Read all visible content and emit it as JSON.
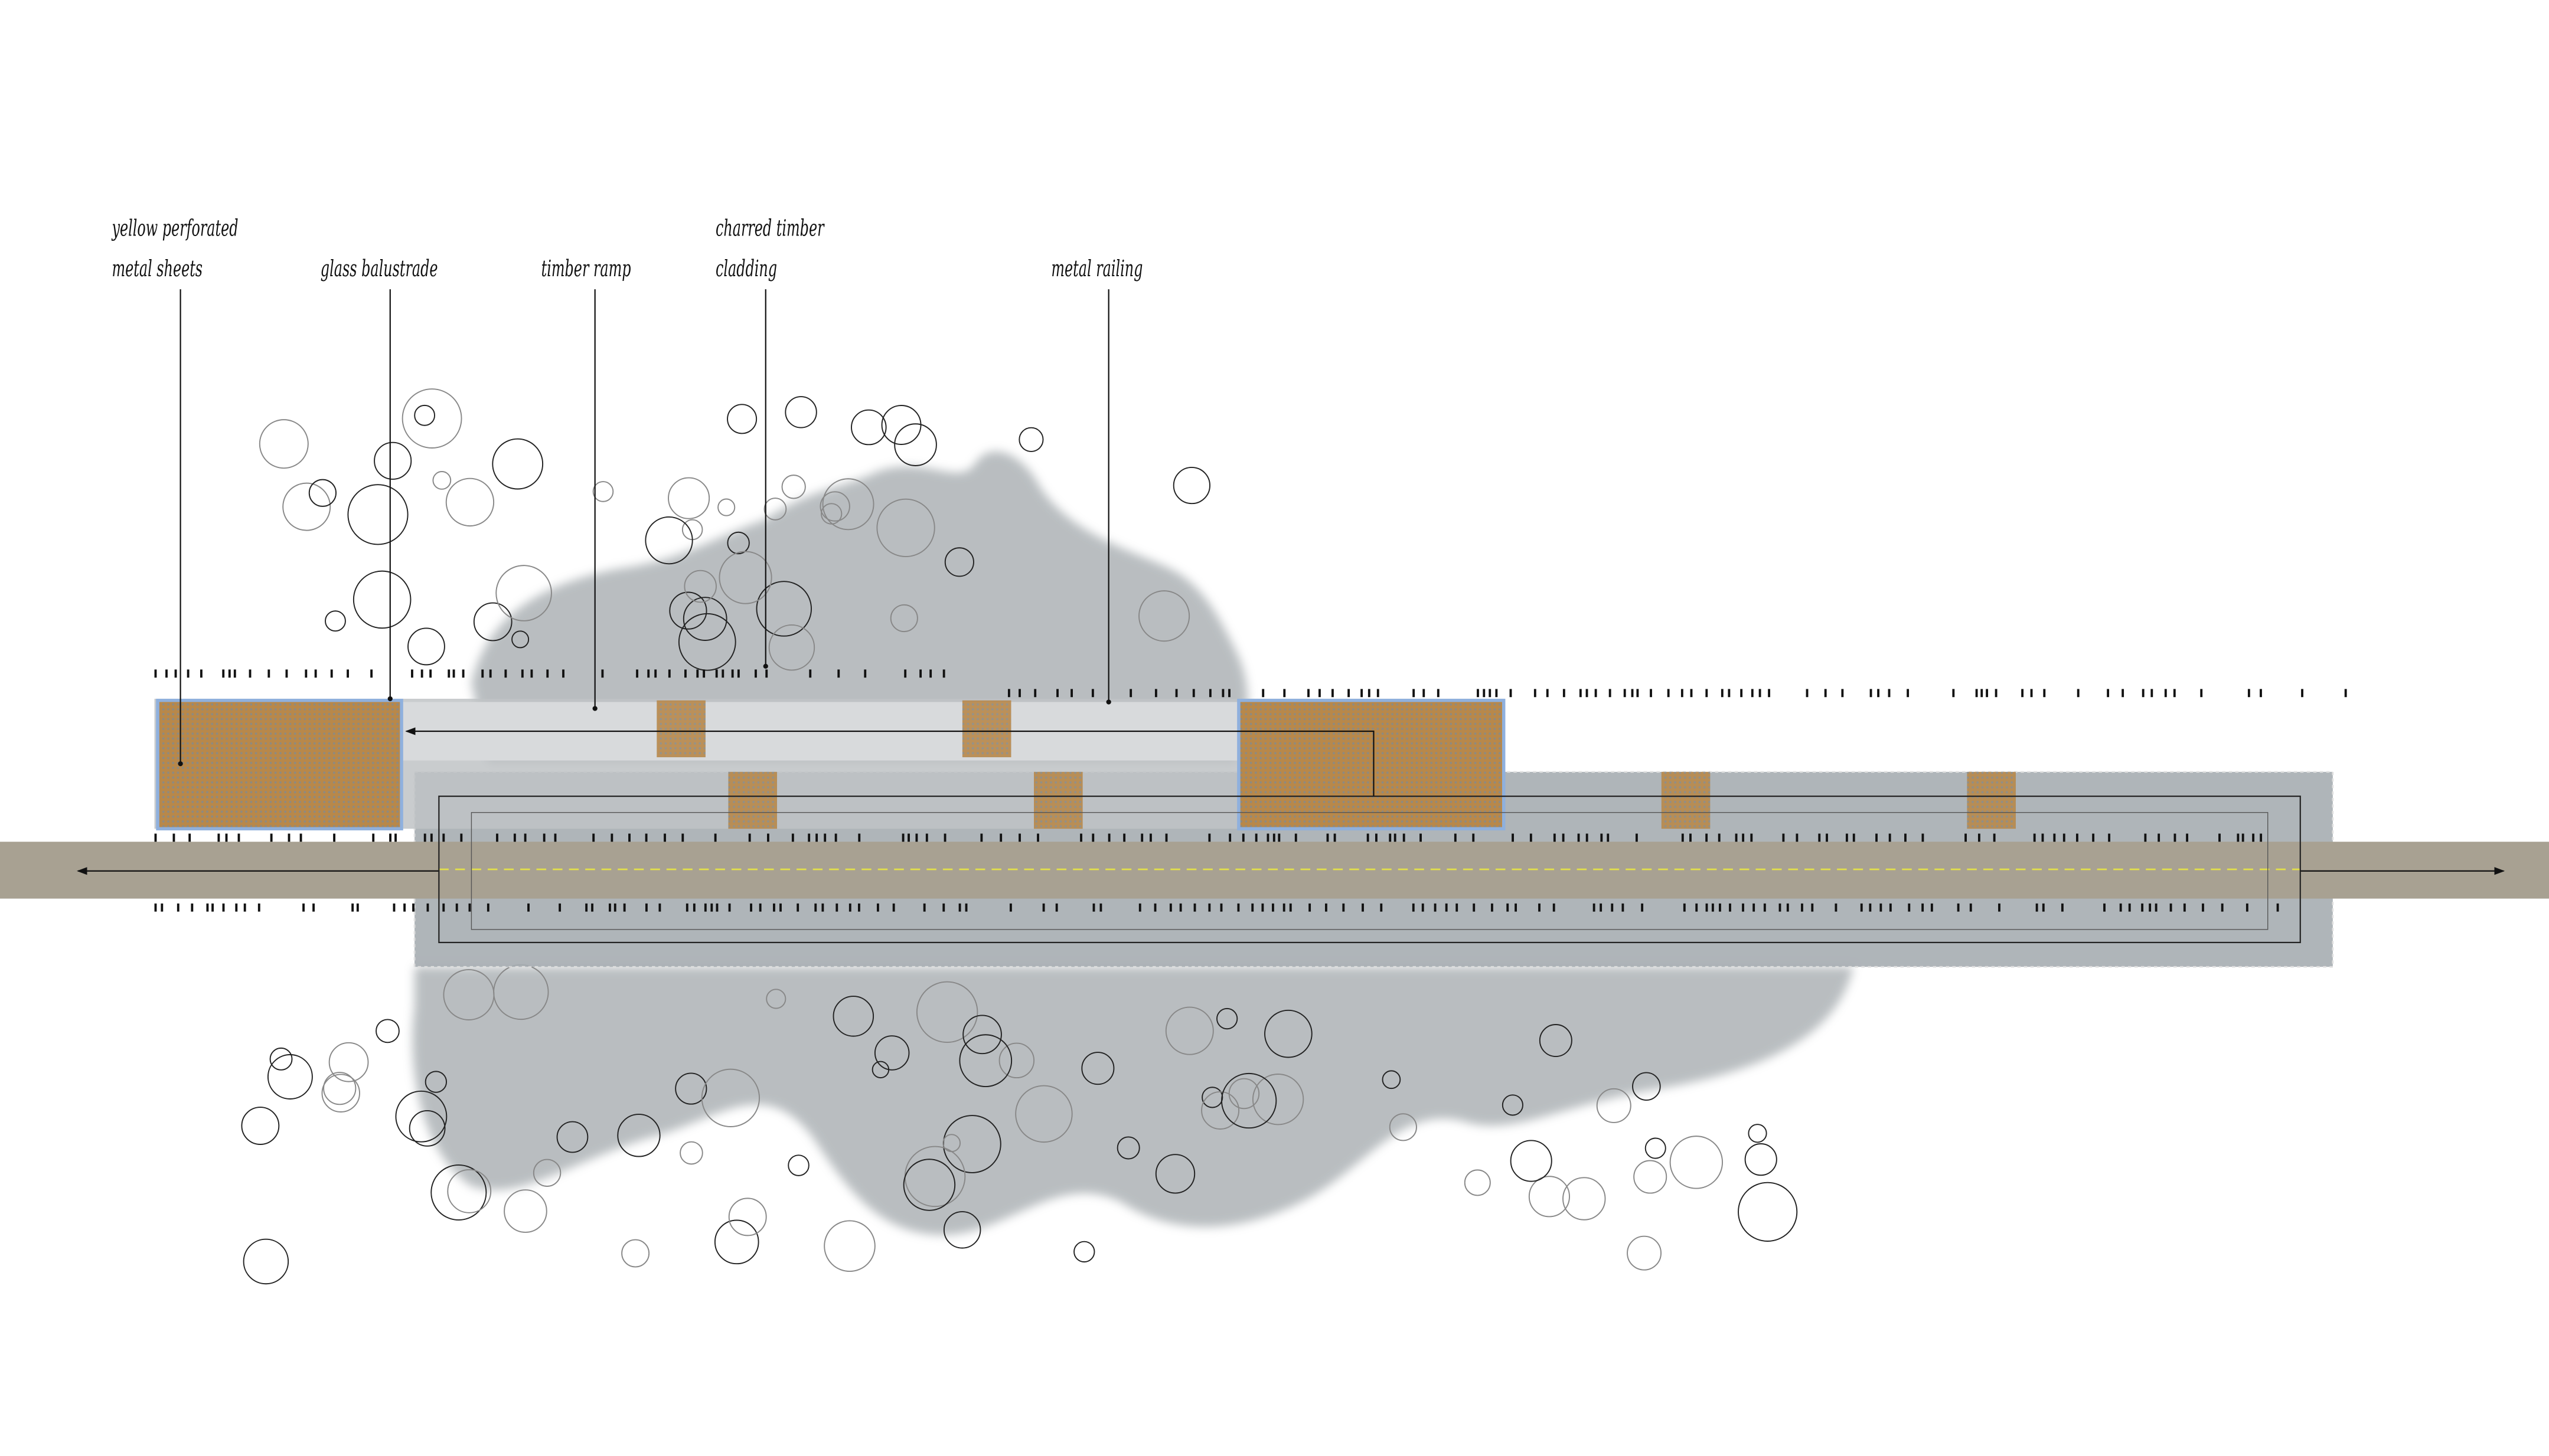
{
  "labels": {
    "yellow_perforated_1": "yellow perforated",
    "yellow_perforated_2": "metal sheets",
    "glass_balustrade": "glass balustrade",
    "timber_ramp": "timber ramp",
    "charred_timber_1": "charred timber",
    "charred_timber_2": "cladding",
    "metal_railing": "metal railing"
  },
  "colors": {
    "road": "#a8a192",
    "band_dark": "#a7adb2",
    "band_light": "#d5d8da",
    "perforated_metal": "#b48a4e",
    "panel_outline": "#8fb0dd",
    "road_centerline": "#e3e04a",
    "water_stain": "#9ea4a8"
  }
}
